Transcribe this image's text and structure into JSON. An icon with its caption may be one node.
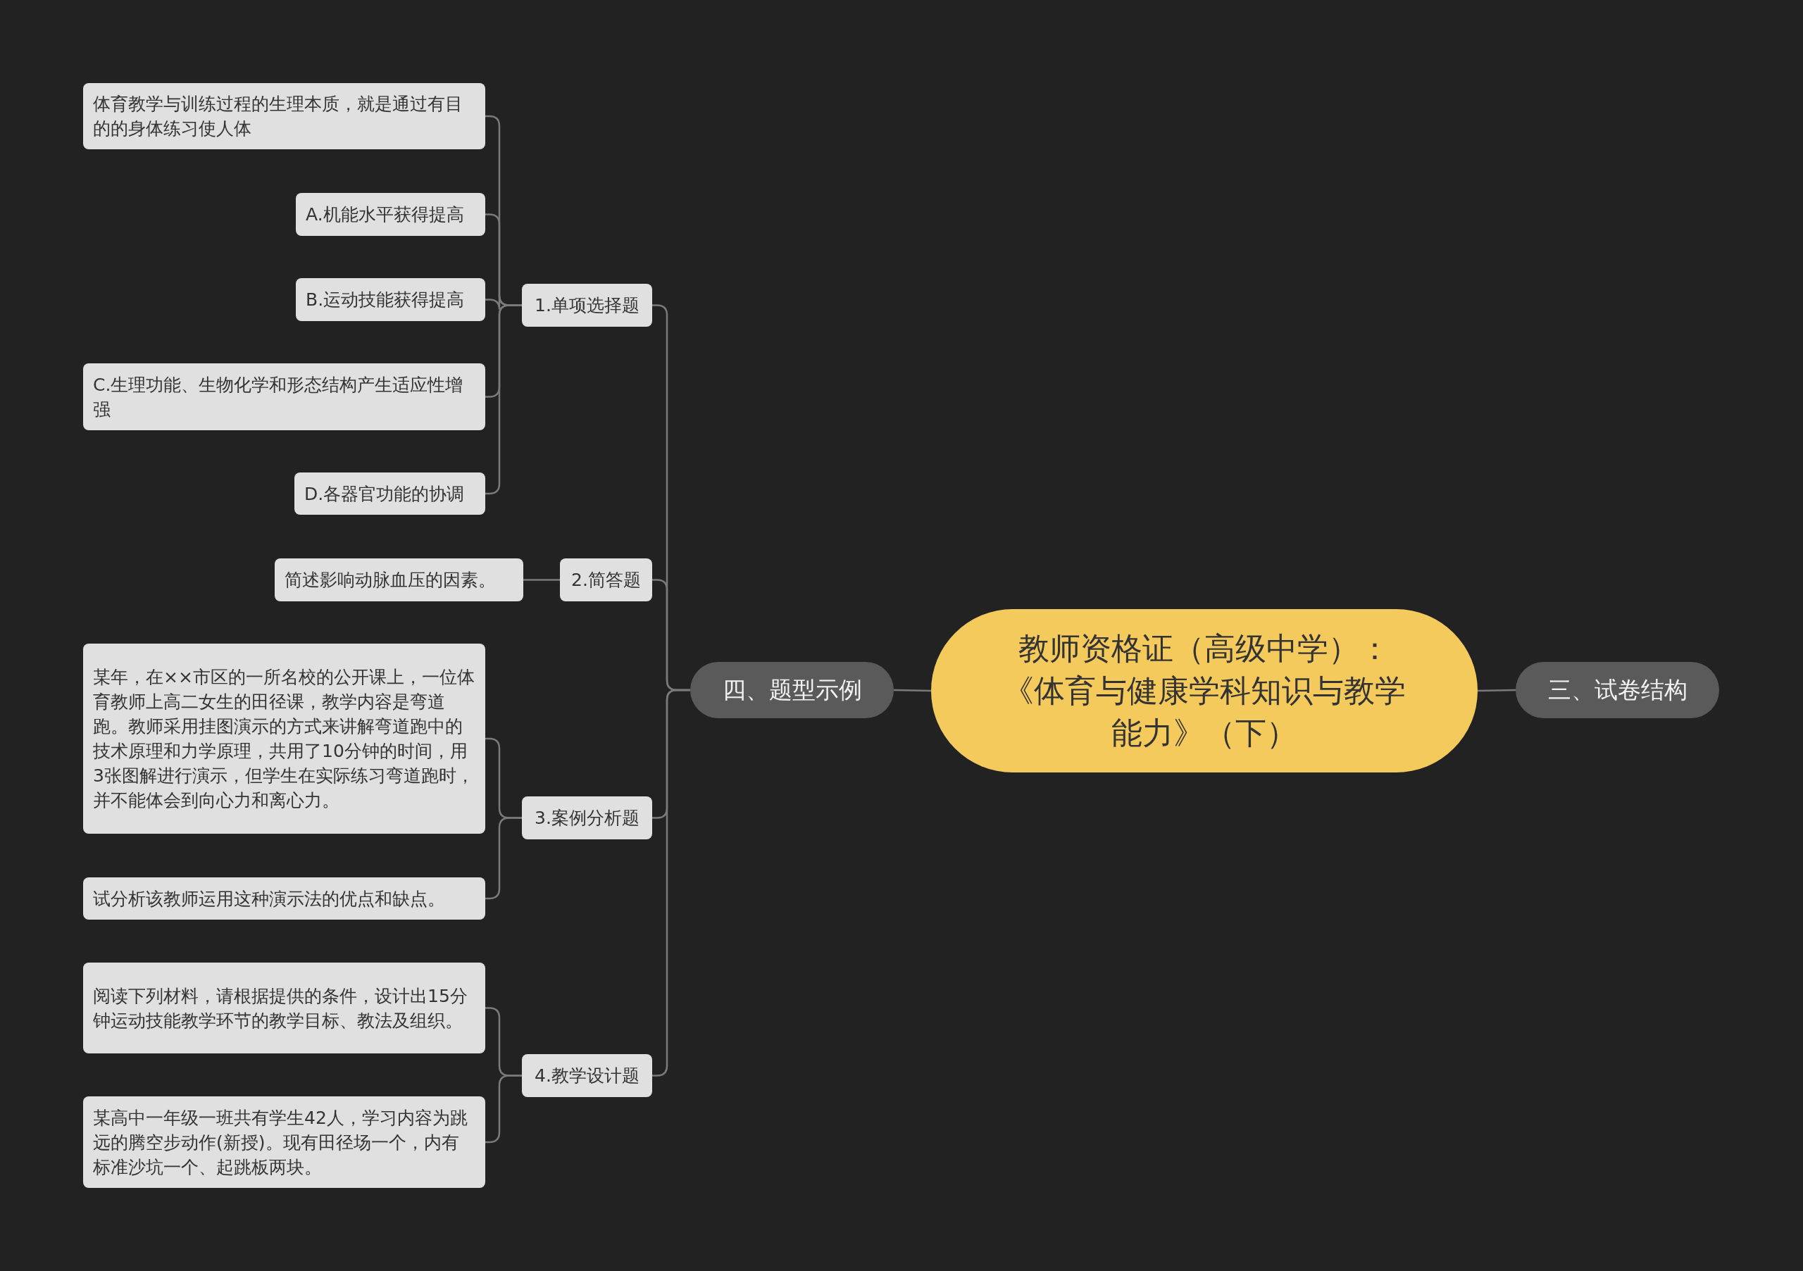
{
  "diagram": {
    "nodes": [
      {
        "text": [
          "教师资格证（高级中学）：《体育与健康学科知识与教学能力》（下）"
        ]
      },
      {
        "text": [
          "三、试卷结构"
        ]
      },
      {
        "text": [
          "四、题型示例"
        ]
      },
      {
        "text": [
          "1.单项选择题"
        ]
      },
      {
        "text": [
          "体育教学与训练过程的生理本质，就是通过有目的的身体练习使人体"
        ]
      },
      {
        "text": [
          "A.机能水平获得提高"
        ]
      },
      {
        "text": [
          "B.运动技能获得提高"
        ]
      },
      {
        "text": [
          "C.生理功能、生物化学和形态结构产生适应性增强"
        ]
      },
      {
        "text": [
          "D.各器官功能的协调"
        ]
      },
      {
        "text": [
          "2.简答题"
        ]
      },
      {
        "text": [
          "简述影响动脉血压的因素。"
        ]
      },
      {
        "text": [
          "3.案例分析题"
        ]
      },
      {
        "text": [
          "某年，在××市区的一所名校的公开课上，一位体育教师上高二女生的田径课，教学内容是弯道跑。教师采用挂图演示的方式来讲解弯道跑中的技术原理和力学原理，共用了10分钟的时间，用3张图解进行演示，但学生在实际练习弯道跑时，并不能体会到向心力和离心力。"
        ]
      },
      {
        "text": [
          "试分析该教师运用这种演示法的优点和缺点。"
        ]
      },
      {
        "text": [
          "4.教学设计题"
        ]
      },
      {
        "text": [
          "阅读下列材料，请根据提供的条件，设计出15分钟运动技能教学环节的教学目标、教法及组织。"
        ]
      },
      {
        "text": [
          "某高中一年级一班共有学生42人，学习内容为跳远的腾空步动作(新授)。现有田径场一个，内有标准沙坑一个、起跳板两块。"
        ]
      }
    ],
    "edges": [
      {
        "from": 0,
        "to": 1,
        "arrow": "none"
      },
      {
        "from": 0,
        "to": 2,
        "arrow": "none"
      },
      {
        "from": 2,
        "to": 3,
        "arrow": "none"
      },
      {
        "from": 2,
        "to": 9,
        "arrow": "none"
      },
      {
        "from": 2,
        "to": 11,
        "arrow": "none"
      },
      {
        "from": 2,
        "to": 14,
        "arrow": "none"
      },
      {
        "from": 3,
        "to": 4,
        "arrow": "none"
      },
      {
        "from": 3,
        "to": 5,
        "arrow": "none"
      },
      {
        "from": 3,
        "to": 6,
        "arrow": "none"
      },
      {
        "from": 3,
        "to": 7,
        "arrow": "none"
      },
      {
        "from": 3,
        "to": 8,
        "arrow": "none"
      },
      {
        "from": 9,
        "to": 10,
        "arrow": "none"
      },
      {
        "from": 11,
        "to": 12,
        "arrow": "none"
      },
      {
        "from": 11,
        "to": 13,
        "arrow": "none"
      },
      {
        "from": 14,
        "to": 15,
        "arrow": "none"
      },
      {
        "from": 14,
        "to": 16,
        "arrow": "none"
      }
    ]
  }
}
